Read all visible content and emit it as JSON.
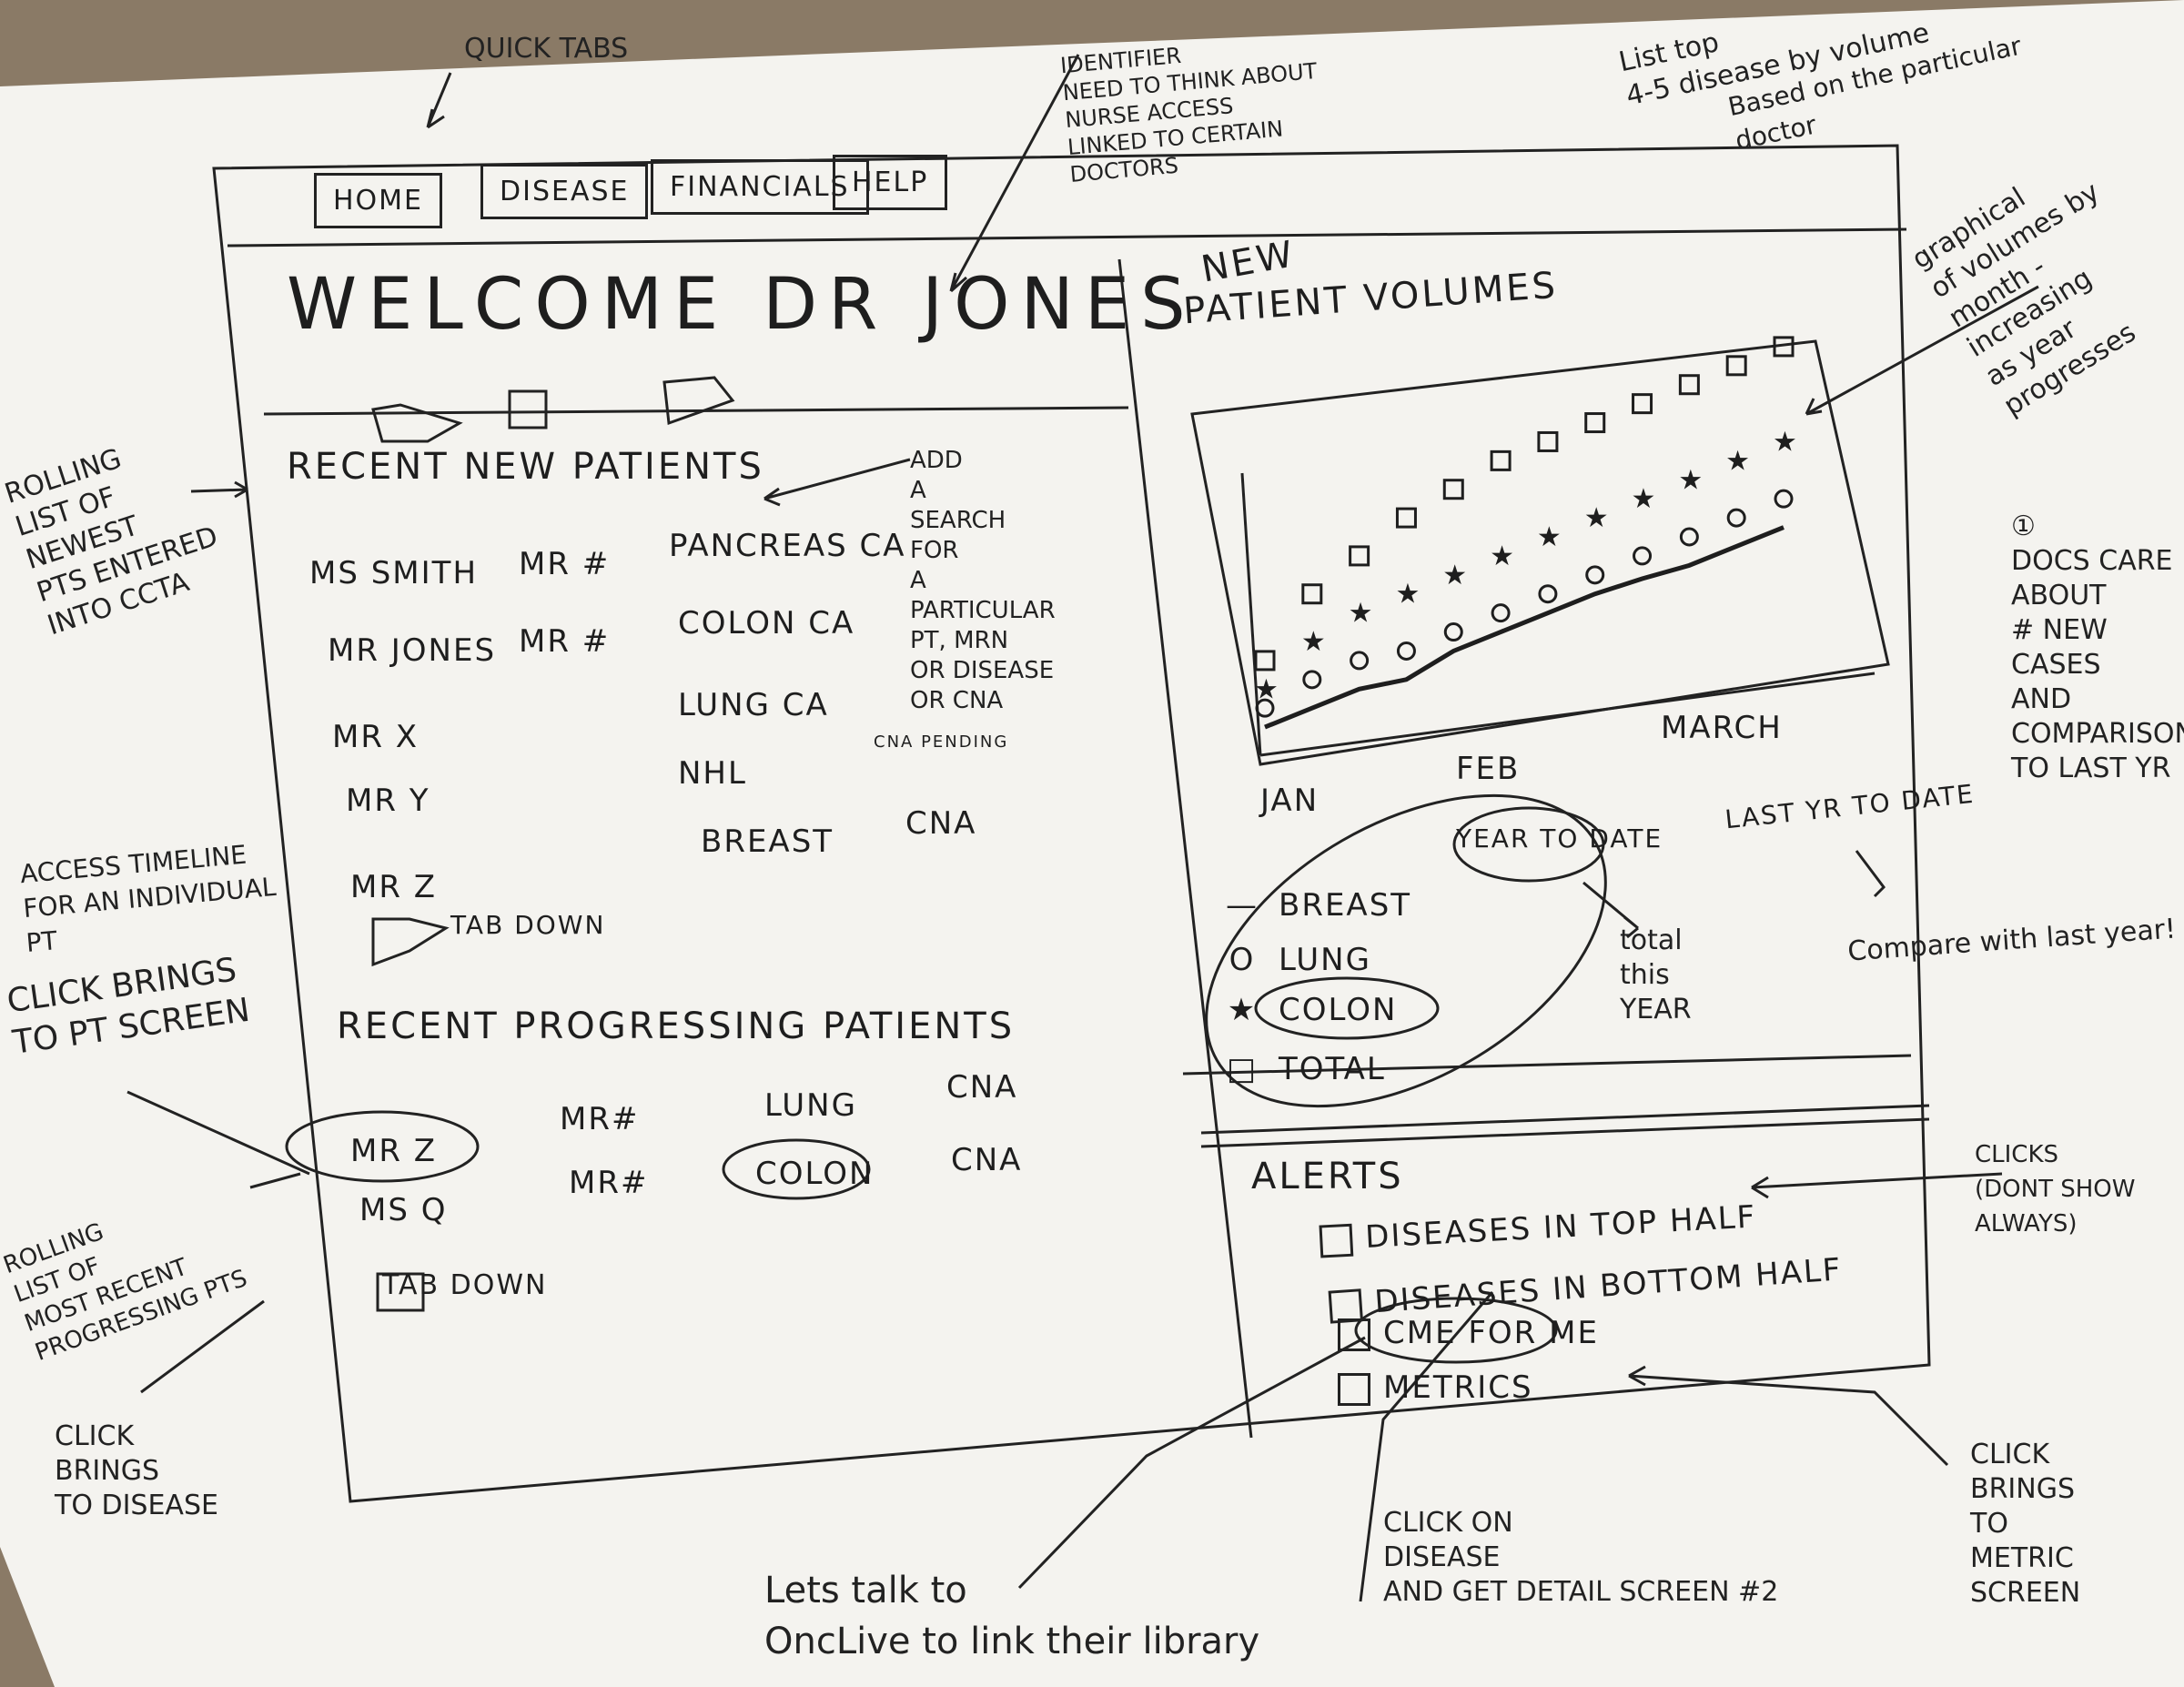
{
  "annotations": {
    "quick_tabs": "QUICK TABS",
    "identifier": "IDENTIFIER\nNEED TO THINK ABOUT\nNURSE ACCESS\nLINKED TO CERTAIN\nDOCTORS",
    "list_top": "List top\n4-5 disease by volume",
    "based_on_doctor": "Based on the particular\ndoctor",
    "graphical": "graphical\nof volumes by\nmonth - increasing\nas year progresses",
    "rolling_list": "ROLLING\nLIST OF\nNEWEST\nPTS ENTERED\nINTO CCTA",
    "add_search": "ADD\nA\nSEARCH\nFOR\nA\nPARTICULAR\nPT, MRN\nOR DISEASE\nOR CNA",
    "docs_care": "①\nDOCS CARE\nABOUT\n# NEW CASES\nAND COMPARISON\nTO LAST YR",
    "access_timeline": "ACCESS TIMELINE\nFOR AN INDIVIDUAL\nPT",
    "click_brings_pt": "CLICK BRINGS\nTO PT SCREEN",
    "rolling_progressing": "ROLLING\nLIST OF\nMOST RECENT\nPROGRESSING PTS",
    "click_brings_disease": "CLICK\nBRINGS\nTO DISEASE",
    "lets_talk": "Lets talk to\nOncLive to link their library",
    "click_on_disease": "CLICK ON\nDISEASE\nAND GET DETAIL SCREEN #2",
    "clicks_dont_show": "CLICKS\n(DONT SHOW\nALWAYS)",
    "click_brings_metric": "CLICK\nBRINGS\nTO\nMETRIC SCREEN",
    "total_this_year": "total\nthis\nYEAR",
    "compare": "Compare with last year!"
  },
  "tabs": [
    "HOME",
    "DISEASE",
    "FINANCIALS",
    "HELP"
  ],
  "welcome": "WELCOME   DR JONES",
  "recent_new": {
    "heading": "RECENT NEW PATIENTS",
    "rows": [
      {
        "name": "MS SMITH",
        "mrn": "MR #",
        "disease": "PANCREAS CA",
        "status": ""
      },
      {
        "name": "MR JONES",
        "mrn": "MR #",
        "disease": "COLON CA",
        "status": ""
      },
      {
        "name": "MR X",
        "mrn": "",
        "disease": "LUNG CA",
        "status": ""
      },
      {
        "name": "MR Y",
        "mrn": "",
        "disease": "NHL",
        "status": "CNA PENDING"
      },
      {
        "name": "",
        "mrn": "",
        "disease": "BREAST",
        "status": "CNA"
      },
      {
        "name": "MR Z",
        "mrn": "",
        "disease": "",
        "status": ""
      }
    ],
    "tab_down": "TAB DOWN"
  },
  "recent_progressing": {
    "heading": "RECENT PROGRESSING PATIENTS",
    "rows": [
      {
        "name": "MR Z",
        "mrn": "MR#",
        "disease": "LUNG",
        "status": "CNA"
      },
      {
        "name": "MS Q",
        "mrn": "MR#",
        "disease": "COLON",
        "status": "CNA"
      }
    ],
    "tab_down": "TAB DOWN"
  },
  "chart_panel": {
    "title_line1": "NEW",
    "title_line2": "PATIENT VOLUMES",
    "months": [
      "JAN",
      "FEB",
      "MARCH"
    ],
    "year_to_date": "YEAR TO DATE",
    "last_yr_to_date": "LAST YR TO DATE",
    "legend": [
      {
        "symbol": "—",
        "label": "BREAST"
      },
      {
        "symbol": "O",
        "label": "LUNG"
      },
      {
        "symbol": "★",
        "label": "COLON"
      },
      {
        "symbol": "□",
        "label": "TOTAL"
      }
    ]
  },
  "chart_data": {
    "type": "line",
    "categories": [
      "JAN",
      "FEB",
      "MARCH"
    ],
    "x": [
      0,
      1,
      2,
      3,
      4,
      5,
      6,
      7,
      8,
      9,
      10,
      11
    ],
    "series": [
      {
        "name": "BREAST",
        "marker": "line",
        "values": [
          1,
          2,
          3,
          3.5,
          5,
          6,
          7,
          8,
          8.8,
          9.5,
          10.5,
          11.5
        ]
      },
      {
        "name": "LUNG",
        "marker": "circle",
        "values": [
          2,
          3.5,
          4.5,
          5,
          6,
          7,
          8,
          9,
          10,
          11,
          12,
          13
        ]
      },
      {
        "name": "COLON",
        "marker": "star",
        "values": [
          3,
          5.5,
          7,
          8,
          9,
          10,
          11,
          12,
          13,
          14,
          15,
          16
        ]
      },
      {
        "name": "TOTAL",
        "marker": "square",
        "values": [
          4.5,
          8,
          10,
          12,
          13.5,
          15,
          16,
          17,
          18,
          19,
          20,
          21
        ]
      }
    ]
  },
  "alerts": {
    "heading": "ALERTS",
    "items": [
      "DISEASES IN TOP HALF",
      "DISEASES IN BOTTOM HALF",
      "CME FOR ME",
      "METRICS"
    ]
  },
  "colors": {
    "ink": "#1e1e1e",
    "paper": "#f4f3ef",
    "background": "#8a7a66"
  }
}
